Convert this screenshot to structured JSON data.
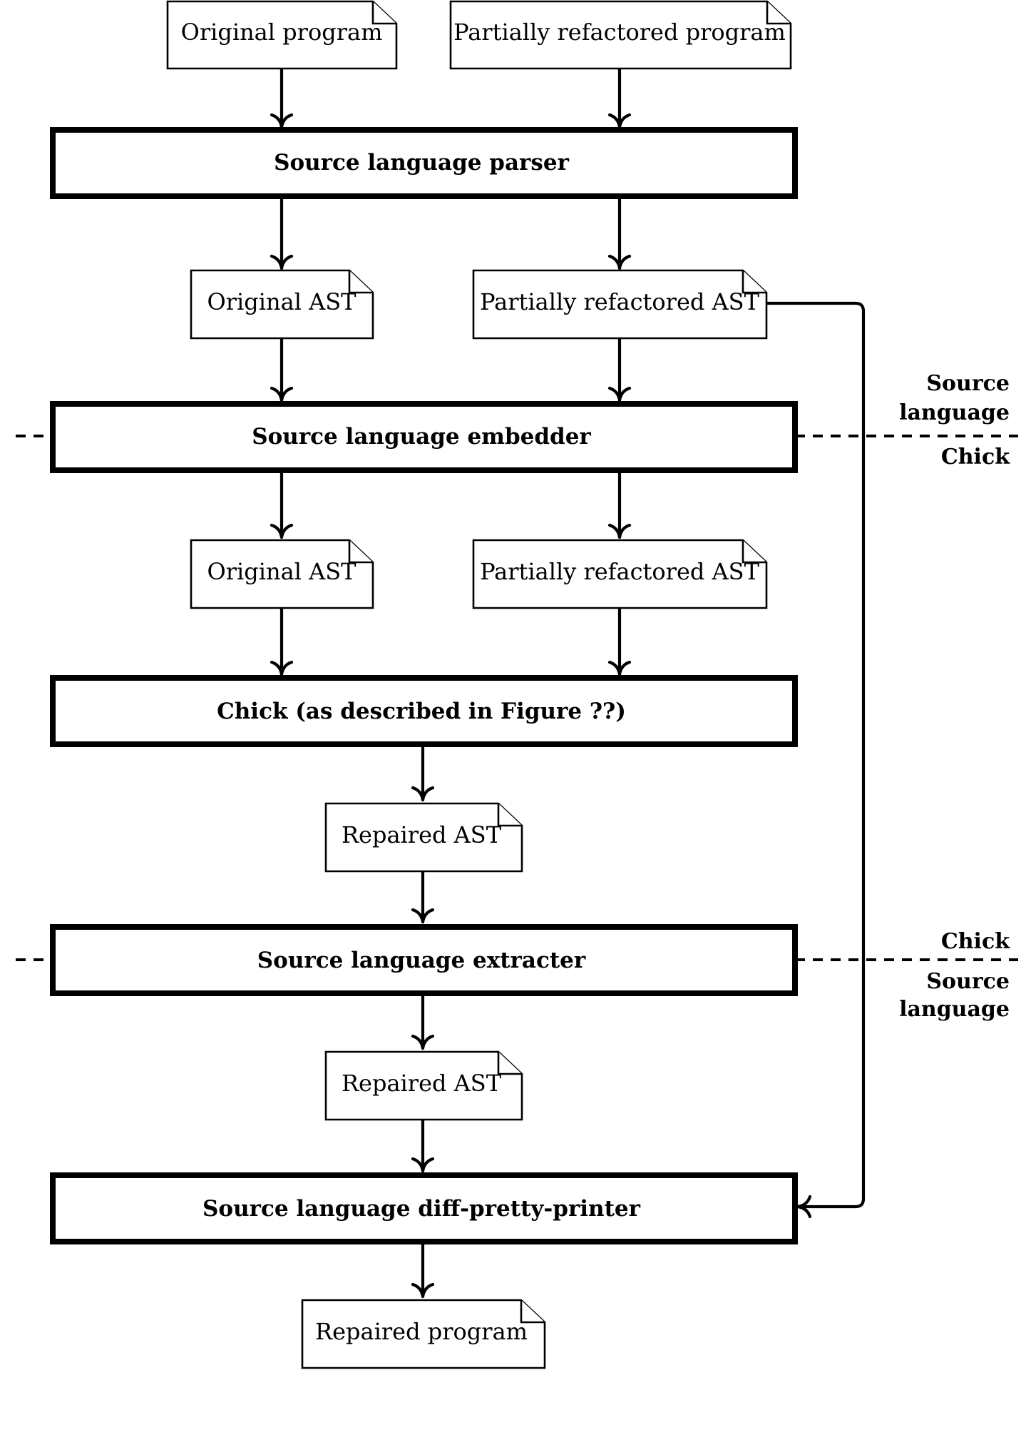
{
  "inputs": {
    "original_program": "Original program",
    "partially_refactored_program": "Partially refactored program"
  },
  "processes": {
    "parser": "Source language parser",
    "embedder": "Source language embedder",
    "chick": "Chick (as described in Figure ??)",
    "extracter": "Source language extracter",
    "diff_pretty_printer": "Source language diff-pretty-printer"
  },
  "artifacts": {
    "original_ast_1": "Original AST",
    "partially_refactored_ast_1": "Partially refactored AST",
    "original_ast_2": "Original AST",
    "partially_refactored_ast_2": "Partially refactored AST",
    "repaired_ast_1": "Repaired AST",
    "repaired_ast_2": "Repaired AST",
    "repaired_program": "Repaired program"
  },
  "boundaries": {
    "embedder": {
      "above_line_1": "Source",
      "above_line_2": "language",
      "below": "Chick"
    },
    "extracter": {
      "above": "Chick",
      "below_line_1": "Source",
      "below_line_2": "language"
    }
  }
}
